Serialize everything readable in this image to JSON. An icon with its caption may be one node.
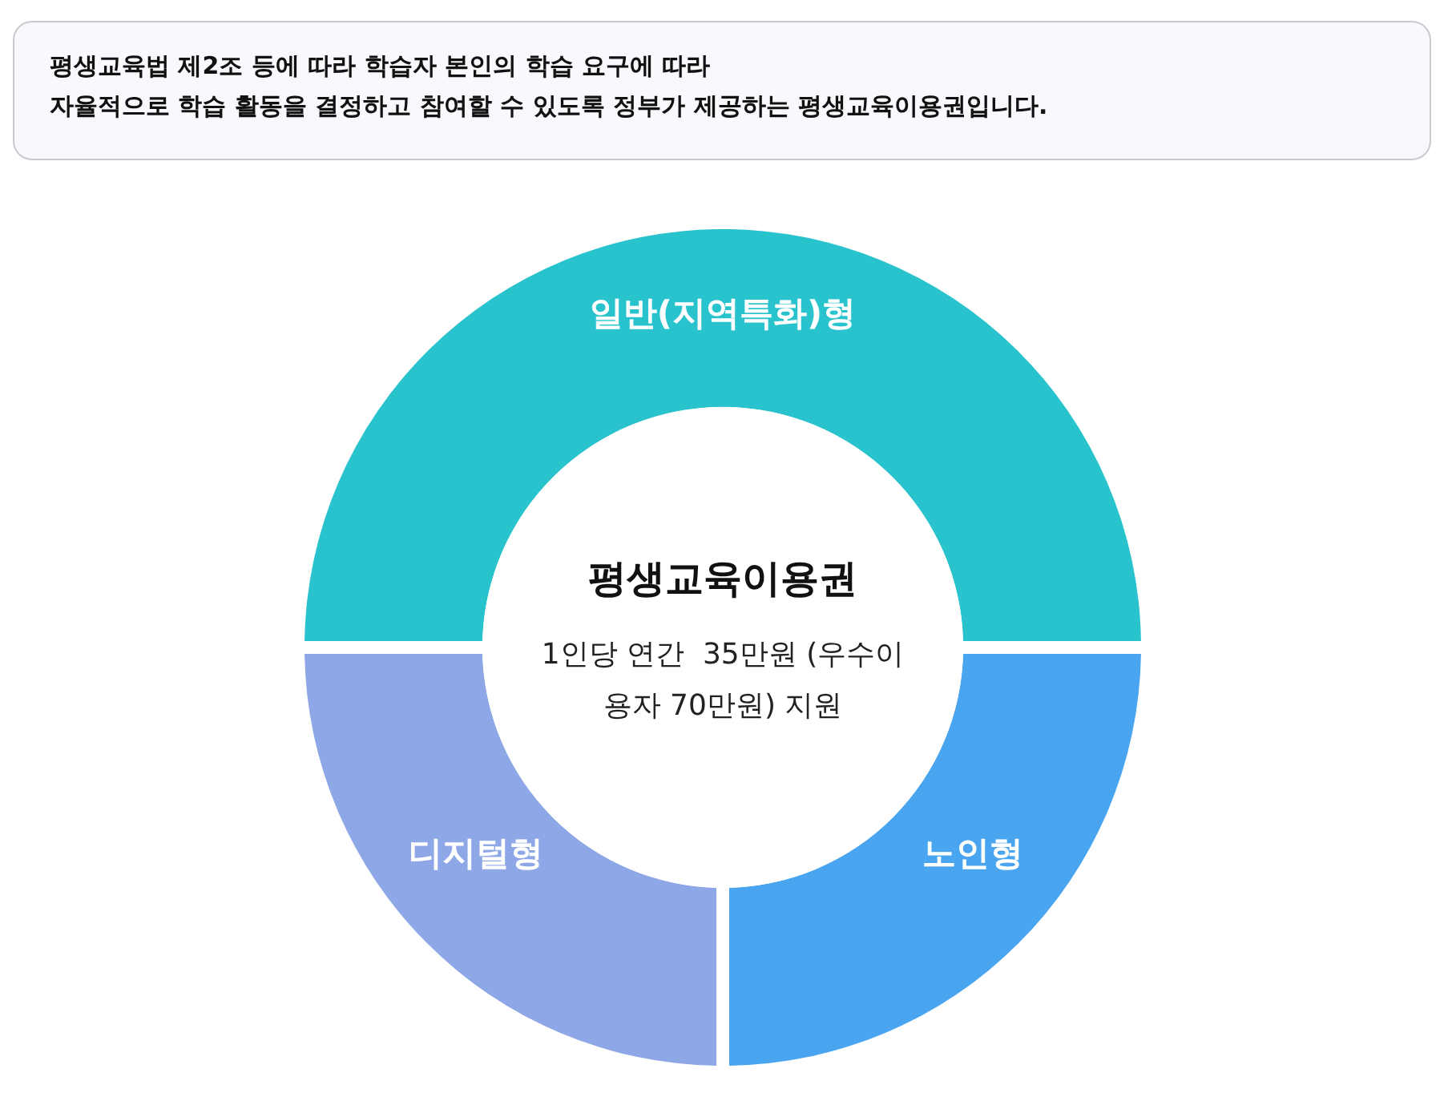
{
  "diagram": {
    "nodes": [
      {
        "text": [
          "평생교육법 제2조 등에 따라 학습자 본인의 학습 요구에 따라",
          "자율적으로 학습 활동을 결정하고 참여할 수 있도록 정부가 제공하는 평생교육이용권입니다."
        ]
      },
      {
        "text": [
          "일반(지역특화)형"
        ]
      },
      {
        "text": [
          "평생교육이용권",
          "1인당 연간  35만원 (우수이용자 70만원) 지원"
        ]
      },
      {
        "text": [
          "디지털형"
        ]
      },
      {
        "text": [
          "노인형"
        ]
      }
    ]
  }
}
